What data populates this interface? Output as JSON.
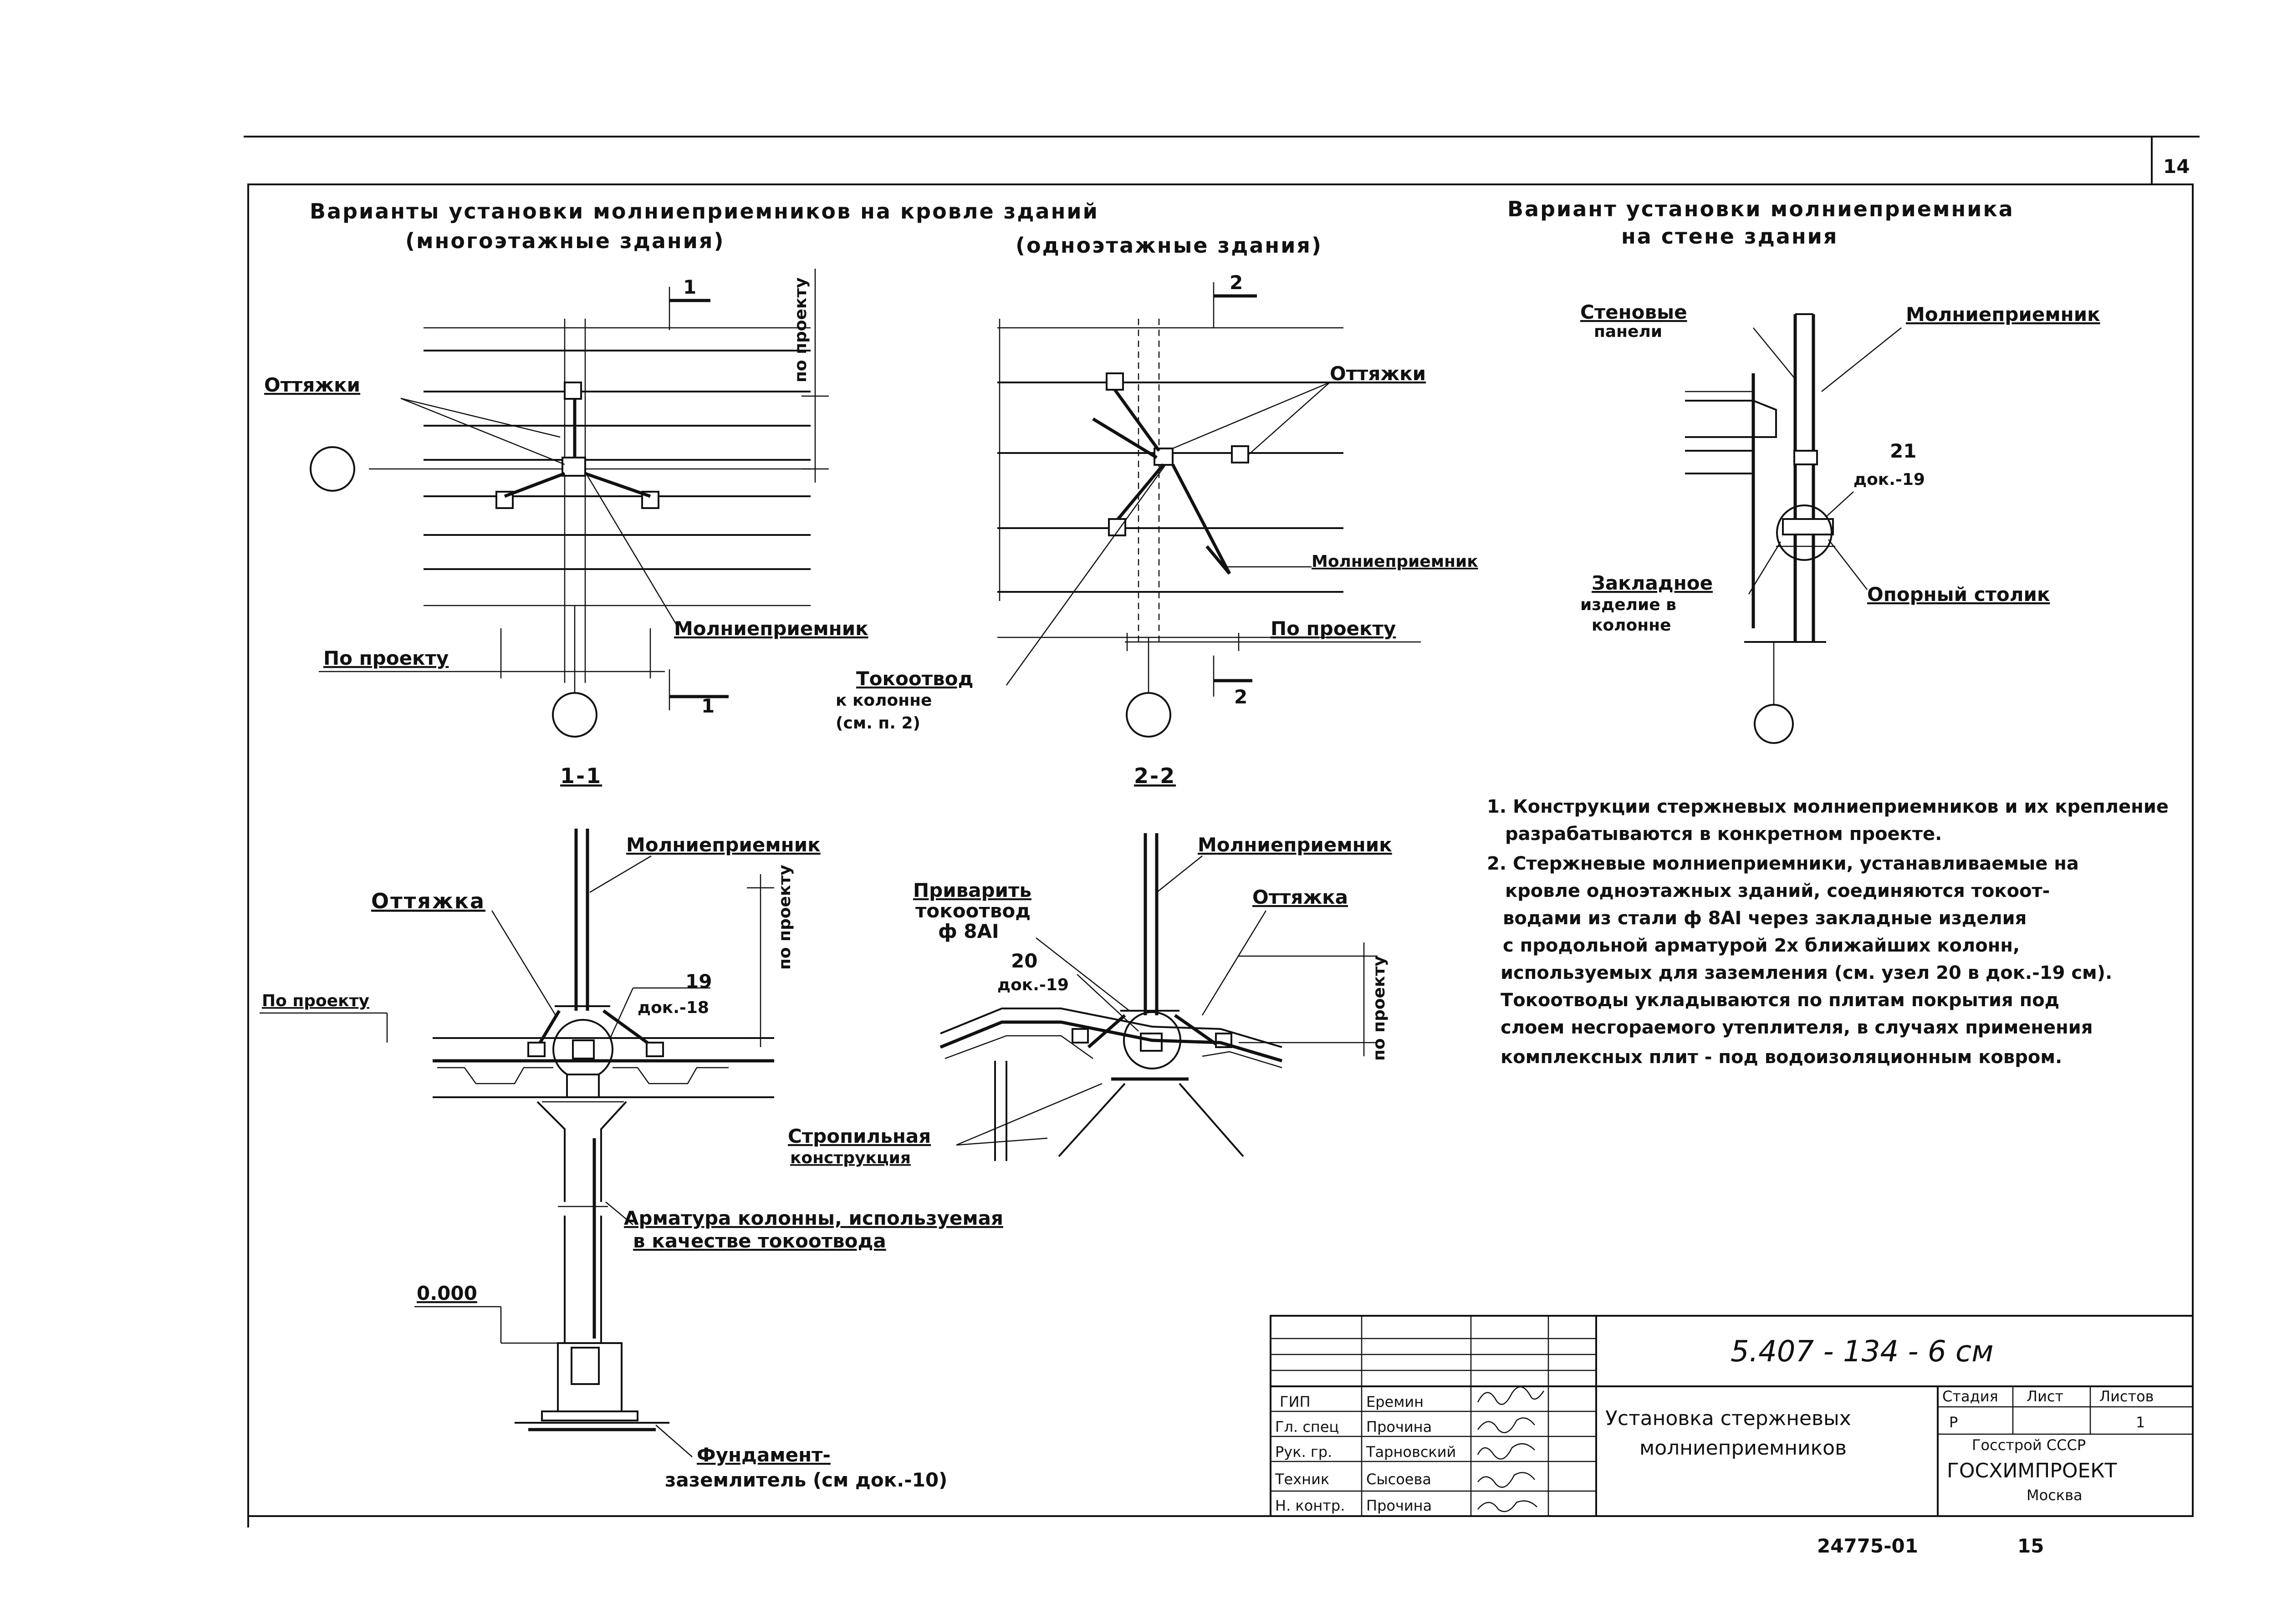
{
  "sheet": {
    "page_number": "14",
    "bottom_number": "15",
    "inventory_number": "24775-01"
  },
  "titles": {
    "multi_storey_line1": "Варианты установки молниеприемников на кровле зданий",
    "multi_storey_line2": "(многоэтажные здания)",
    "single_storey_line2": "(одноэтажные здания)",
    "wall_line1": "Вариант установки молниеприемника",
    "wall_line2": "на стене здания"
  },
  "labels": {
    "guys": "Оттяжки",
    "guy": "Оттяжка",
    "lightning_rod": "Молниеприемник",
    "per_project": "По проекту",
    "per_project_lower": "по проекту",
    "down_conductor_line1": "Токоотвод",
    "down_conductor_line2": "к колонне",
    "down_conductor_line3": "(см. п. 2)",
    "section_1_mark": "1",
    "section_2_mark": "2",
    "section_1_1": "1-1",
    "section_2_2": "2-2",
    "wall_panels_line1": "Стеновые",
    "wall_panels_line2": "панели",
    "node_21": "21",
    "doc_19": "док.-19",
    "embedded_line1": "Закладное",
    "embedded_line2": "изделие в",
    "embedded_line3": "колонне",
    "support_table": "Опорный столик",
    "node_19": "19",
    "doc_18": "док.-18",
    "weld_line1": "Приварить",
    "weld_line2": "токоотвод",
    "weld_line3": "ф 8АI",
    "node_20": "20",
    "rafter_line1": "Стропильная",
    "rafter_line2": "конструкция",
    "column_rebar_line1": "Арматура колонны, используемая",
    "column_rebar_line2": "в качестве токоотвода",
    "elevation": "0.000",
    "foundation_line1": "Фундамент-",
    "foundation_line2": "заземлитель (см док.-10)"
  },
  "notes": [
    "1. Конструкции стержневых молниеприемников и их крепление",
    "разрабатываются в конкретном проекте.",
    "2. Стержневые молниеприемники, устанавливаемые на",
    "кровле одноэтажных зданий, соединяются токоот-",
    "водами из стали ф 8АI через закладные изделия",
    "с продольной арматурой 2х ближайших колонн,",
    "используемых для заземления (см. узел 20 в док.-19 см).",
    "Токоотводы укладываются по плитам покрытия под",
    "слоем несгораемого утеплителя, в случаях применения",
    "комплексных плит - под водоизоляционным ковром."
  ],
  "title_block": {
    "designation": "5.407 - 134 - 6 см",
    "drawing_title_line1": "Установка стержневых",
    "drawing_title_line2": "молниеприемников",
    "stage_header": "Стадия",
    "sheet_header": "Лист",
    "sheets_header": "Листов",
    "stage": "Р",
    "sheets_total": "1",
    "org_line1": "Госстрой СССР",
    "org_line2": "ГОСХИМПРОЕКТ",
    "org_line3": "Москва",
    "staff": [
      {
        "role": "ГИП",
        "name": "Еремин"
      },
      {
        "role": "Гл. спец",
        "name": "Прочина"
      },
      {
        "role": "Рук. гр.",
        "name": "Тарновский"
      },
      {
        "role": "Техник",
        "name": "Сысоева"
      },
      {
        "role": "Н. контр.",
        "name": "Прочина"
      }
    ]
  }
}
